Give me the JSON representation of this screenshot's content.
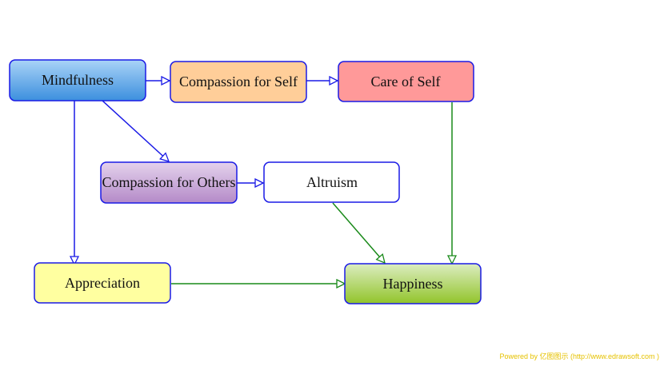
{
  "diagram": {
    "nodes": {
      "mindfulness": {
        "label": "Mindfulness"
      },
      "compassion_self": {
        "label": "Compassion for Self"
      },
      "care_self": {
        "label": "Care of Self"
      },
      "compassion_others": {
        "label": "Compassion for Others"
      },
      "altruism": {
        "label": "Altruism"
      },
      "appreciation": {
        "label": "Appreciation"
      },
      "happiness": {
        "label": "Happiness"
      }
    },
    "edges": [
      {
        "from": "mindfulness",
        "to": "compassion_self",
        "color": "#1a1ae6"
      },
      {
        "from": "compassion_self",
        "to": "care_self",
        "color": "#1a1ae6"
      },
      {
        "from": "mindfulness",
        "to": "compassion_others",
        "color": "#1a1ae6"
      },
      {
        "from": "compassion_others",
        "to": "altruism",
        "color": "#1a1ae6"
      },
      {
        "from": "mindfulness",
        "to": "appreciation",
        "color": "#1a1ae6"
      },
      {
        "from": "care_self",
        "to": "happiness",
        "color": "#1a8a1a"
      },
      {
        "from": "altruism",
        "to": "happiness",
        "color": "#1a8a1a"
      },
      {
        "from": "appreciation",
        "to": "happiness",
        "color": "#1a8a1a"
      }
    ],
    "colors": {
      "border": "#1a1ae6",
      "mindfulness": [
        "#a9d3f7",
        "#3c8fde"
      ],
      "compassion_self": [
        "#ffce99",
        "#ffce99"
      ],
      "care_self": [
        "#ff9999",
        "#ff9999"
      ],
      "compassion_others": [
        "#e4d2ec",
        "#b48ac8"
      ],
      "altruism": [
        "#ffffff",
        "#ffffff"
      ],
      "appreciation": [
        "#ffffa0",
        "#ffffa0"
      ],
      "happiness": [
        "#dcedc0",
        "#92c42a"
      ]
    }
  },
  "watermark": {
    "text": "Powered by 亿图图示 (http://www.edrawsoft.com )"
  }
}
